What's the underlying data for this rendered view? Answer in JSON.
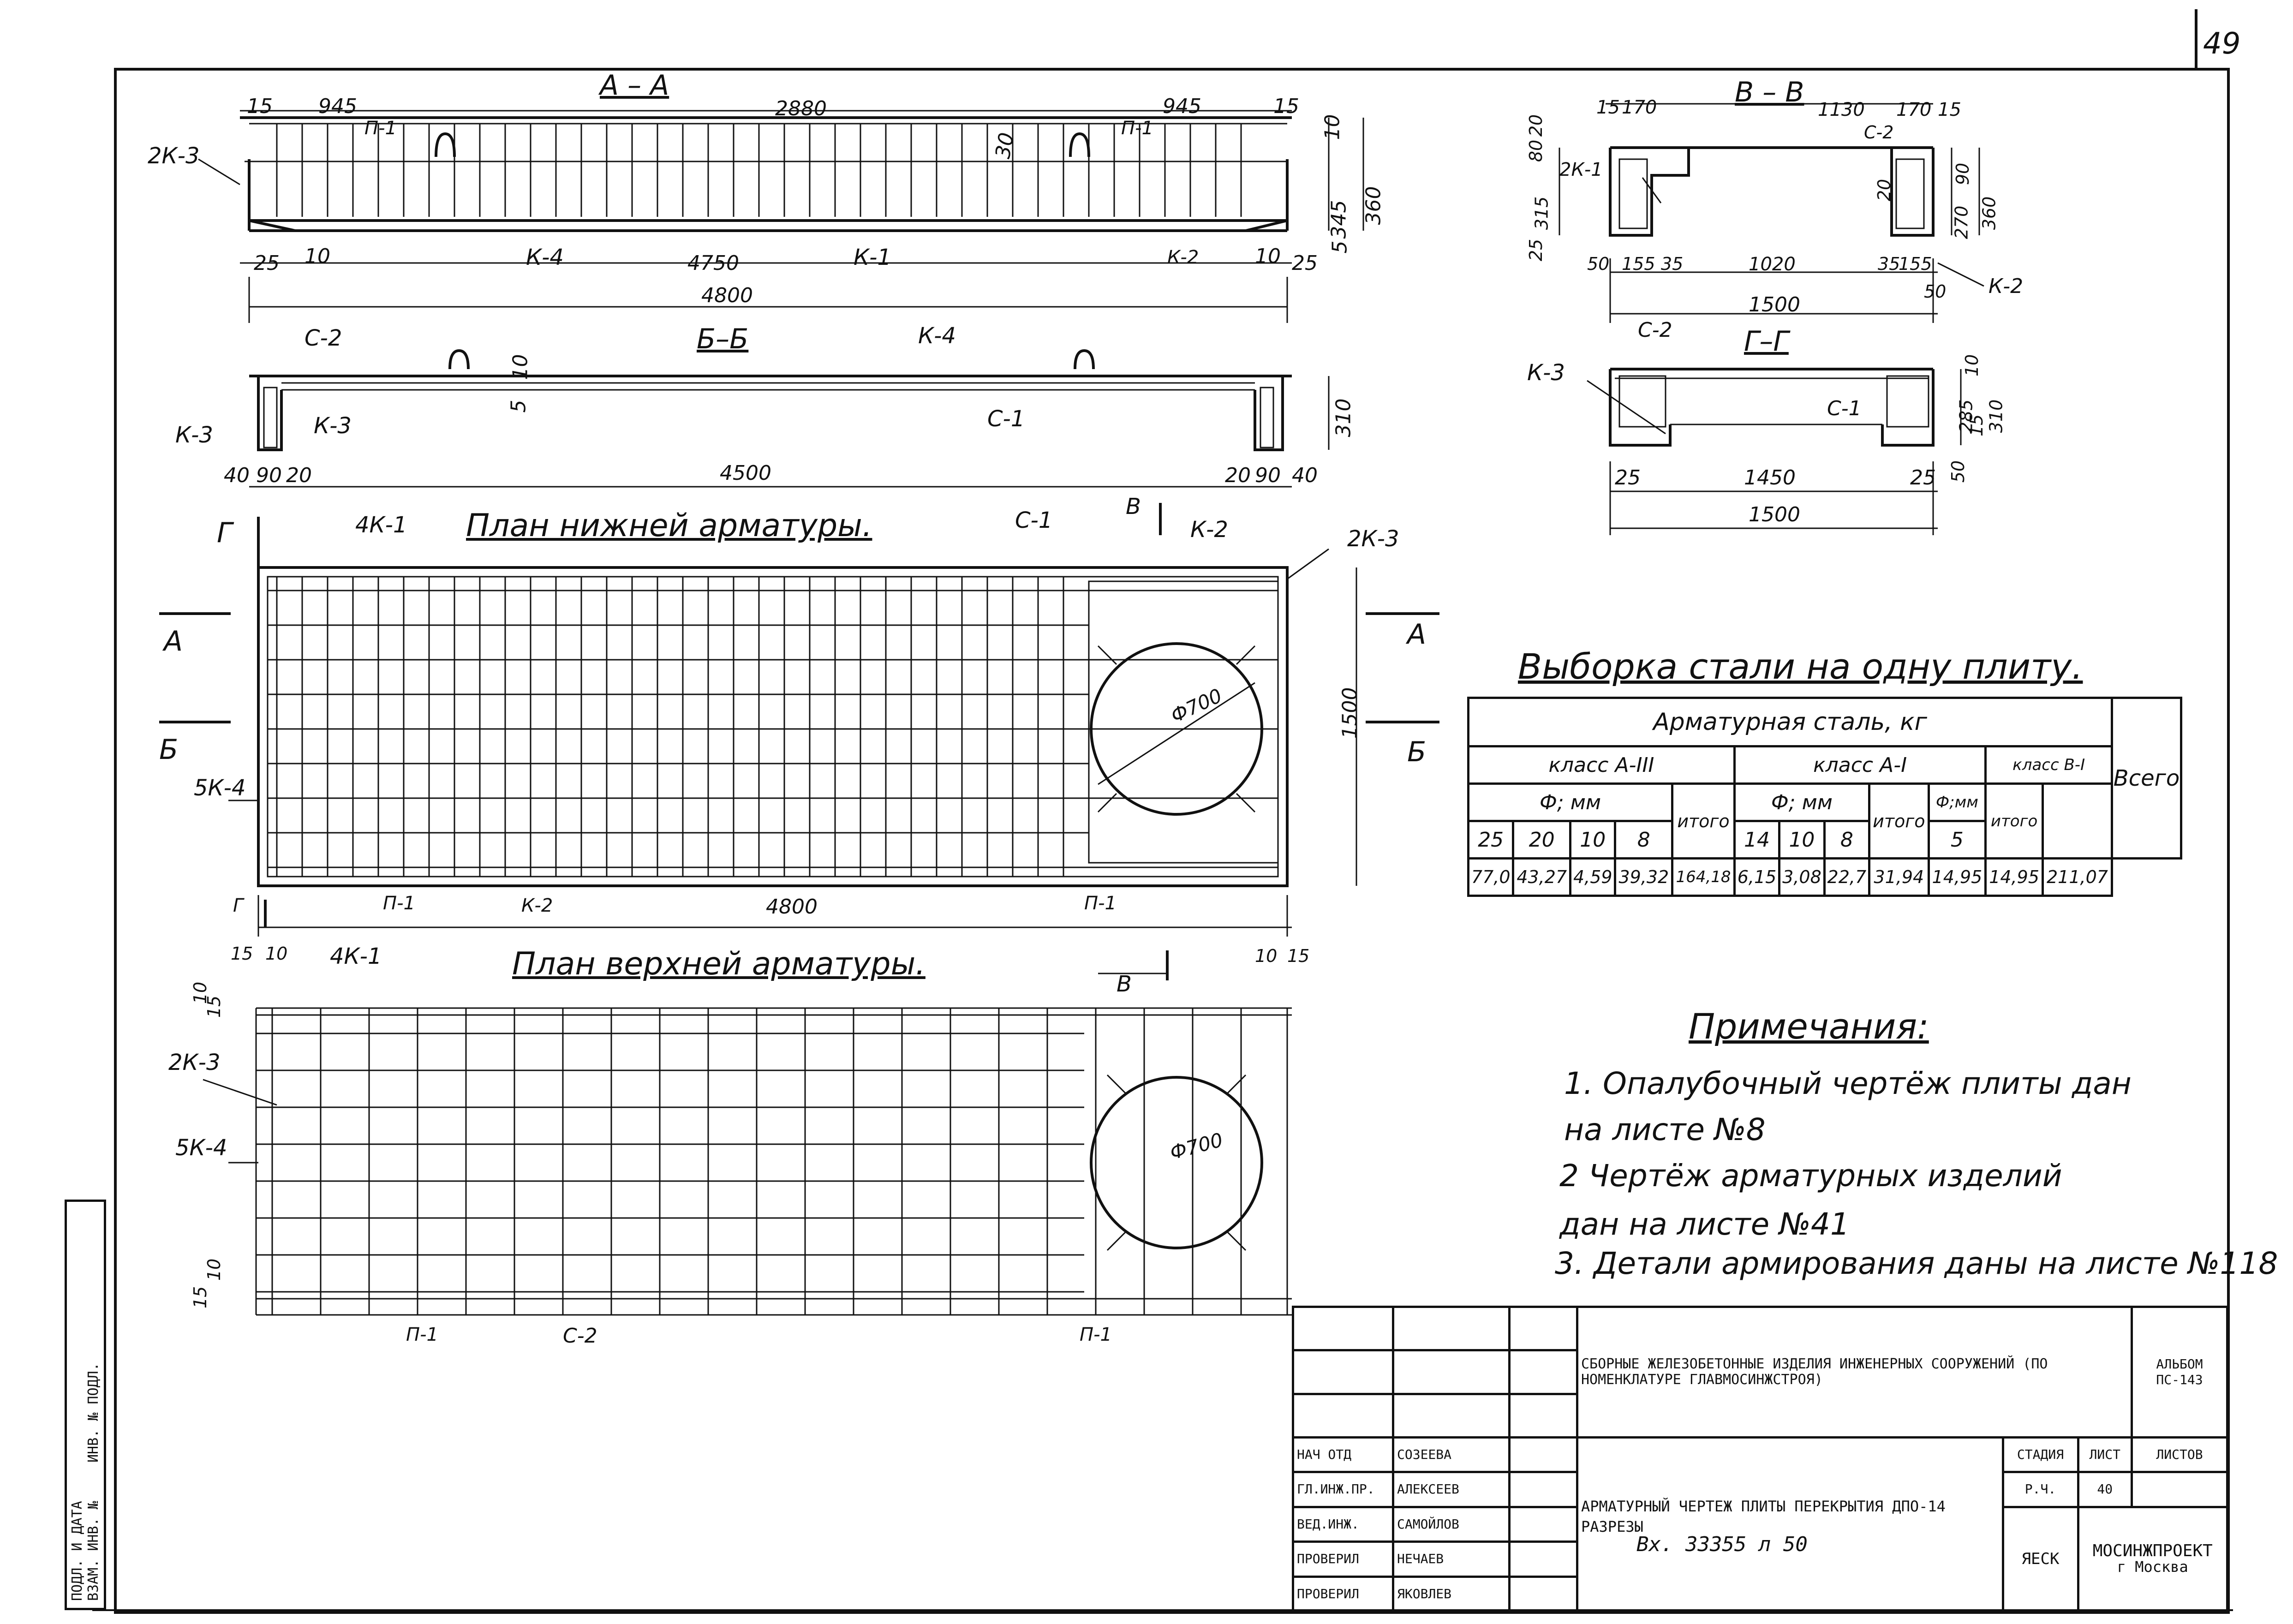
{
  "page_number": "49",
  "section_aa": {
    "title": "А – А",
    "dims_top": [
      "15",
      "945",
      "2880",
      "945",
      "15"
    ],
    "marks": [
      "2К-3",
      "П-1",
      "П-1",
      "К-4",
      "К-1",
      "К-2",
      "30"
    ],
    "dims_bottom": [
      "25",
      "10",
      "4750",
      "10",
      "25"
    ],
    "overall": "4800",
    "dims_right": [
      "10",
      "345",
      "5",
      "360"
    ]
  },
  "section_bb": {
    "title": "Б–Б",
    "marks": [
      "С-2",
      "К-4",
      "С-1",
      "К-3",
      "К-3"
    ],
    "dims_bottom": [
      "40",
      "90",
      "20",
      "4500",
      "20",
      "90",
      "40"
    ],
    "dims_side": [
      "310",
      "10",
      "5"
    ]
  },
  "plan_lower": {
    "title": "План нижней арматуры.",
    "marks": [
      "Г",
      "4К-1",
      "С-1",
      "В",
      "К-2",
      "2К-3",
      "А",
      "Б",
      "5К-4",
      "Г",
      "П-1",
      "К-2",
      "П-1",
      "А",
      "Б"
    ],
    "hole": "Ф700",
    "width": "1500",
    "length": "4800"
  },
  "plan_upper": {
    "title": "План верхней арматуры.",
    "marks": [
      "15",
      "10",
      "4К-1",
      "В",
      "10",
      "15",
      "10",
      "15",
      "2К-3",
      "5К-4",
      "15",
      "10",
      "П-1",
      "С-2",
      "П-1"
    ],
    "hole": "Ф700"
  },
  "section_vv": {
    "title": "В – В",
    "dims_top": [
      "15",
      "170",
      "1130",
      "170",
      "15"
    ],
    "marks": [
      "2К-1",
      "С-2",
      "20",
      "К-2"
    ],
    "dims_left": [
      "20",
      "80",
      "315",
      "25"
    ],
    "dims_right": [
      "90",
      "270",
      "360"
    ],
    "dims_bottom": [
      "50",
      "155",
      "35",
      "1020",
      "35",
      "155",
      "50"
    ],
    "overall": "1500"
  },
  "section_gg": {
    "title": "Г–Г",
    "marks": [
      "С-2",
      "К-3",
      "С-1"
    ],
    "dims_bottom": [
      "25",
      "1450",
      "25"
    ],
    "overall": "1500",
    "dims_right": [
      "10",
      "285",
      "15",
      "310",
      "50"
    ]
  },
  "steel_table": {
    "title": "Выборка стали на одну плиту.",
    "header": "Арматурная сталь, кг",
    "class_a3": "класс А-III",
    "class_a1": "класс А-I",
    "class_b1": "класс В-I",
    "total_label": "Всего",
    "dia_mm": "Ф; мм",
    "dia_mm_short": "Ф;мм",
    "itogo": "итого",
    "diameters_a3": [
      "25",
      "20",
      "10",
      "8"
    ],
    "diameters_a1": [
      "14",
      "10",
      "8"
    ],
    "diameter_b1": "5",
    "values": [
      "77,0",
      "43,27",
      "4,59",
      "39,32",
      "164,18",
      "6,15",
      "3,08",
      "22,7",
      "31,94",
      "14,95",
      "14,95",
      "211,07"
    ]
  },
  "notes": {
    "title": "Примечания:",
    "lines": [
      "1. Опалубочный чертёж плиты дан",
      "на листе №8",
      "2 Чертёж арматурных изделий",
      "дан на листе №41",
      "3. Детали армирования даны на листе №118"
    ]
  },
  "title_block": {
    "series_desc": "СБОРНЫЕ ЖЕЛЕЗОБЕТОННЫЕ ИЗДЕЛИЯ ИНЖЕНЕРНЫХ СООРУЖЕНИЙ (ПО НОМЕНКЛАТУРЕ ГЛАВМОСИНЖСТРОЯ)",
    "album_label": "АЛЬБОМ",
    "album_code": "ПС-143",
    "roles": [
      "НАЧ ОТД",
      "ГЛ.ИНЖ.ПР.",
      "ВЕД.ИНЖ.",
      "ПРОВЕРИЛ",
      "ПРОВЕРИЛ"
    ],
    "names": [
      "СОЗЕЕВА",
      "АЛЕКСЕЕВ",
      "САМОЙЛОВ",
      "НЕЧАЕВ",
      "ЯКОВЛЕВ"
    ],
    "drawing_title": "АРМАТУРНЫЙ ЧЕРТЕЖ ПЛИТЫ ПЕРЕКРЫТИЯ ДПО-14 РАЗРЕЗЫ",
    "drawing_number": "Вх. 33355 л 50",
    "stage_label": "СТАДИЯ",
    "sheet_label": "ЛИСТ",
    "sheets_label": "ЛИСТОВ",
    "stage": "Р.Ч.",
    "sheet": "40",
    "sheets": "",
    "dept": "ЯЕСК",
    "org": "МОСИНЖПРОЕКТ",
    "city": "г Москва"
  },
  "stamp": {
    "lines": [
      "ПОДЛ. И ДАТА",
      "ВЗАМ. ИНВ. №",
      "ИНВ. № ПОДЛ."
    ]
  }
}
